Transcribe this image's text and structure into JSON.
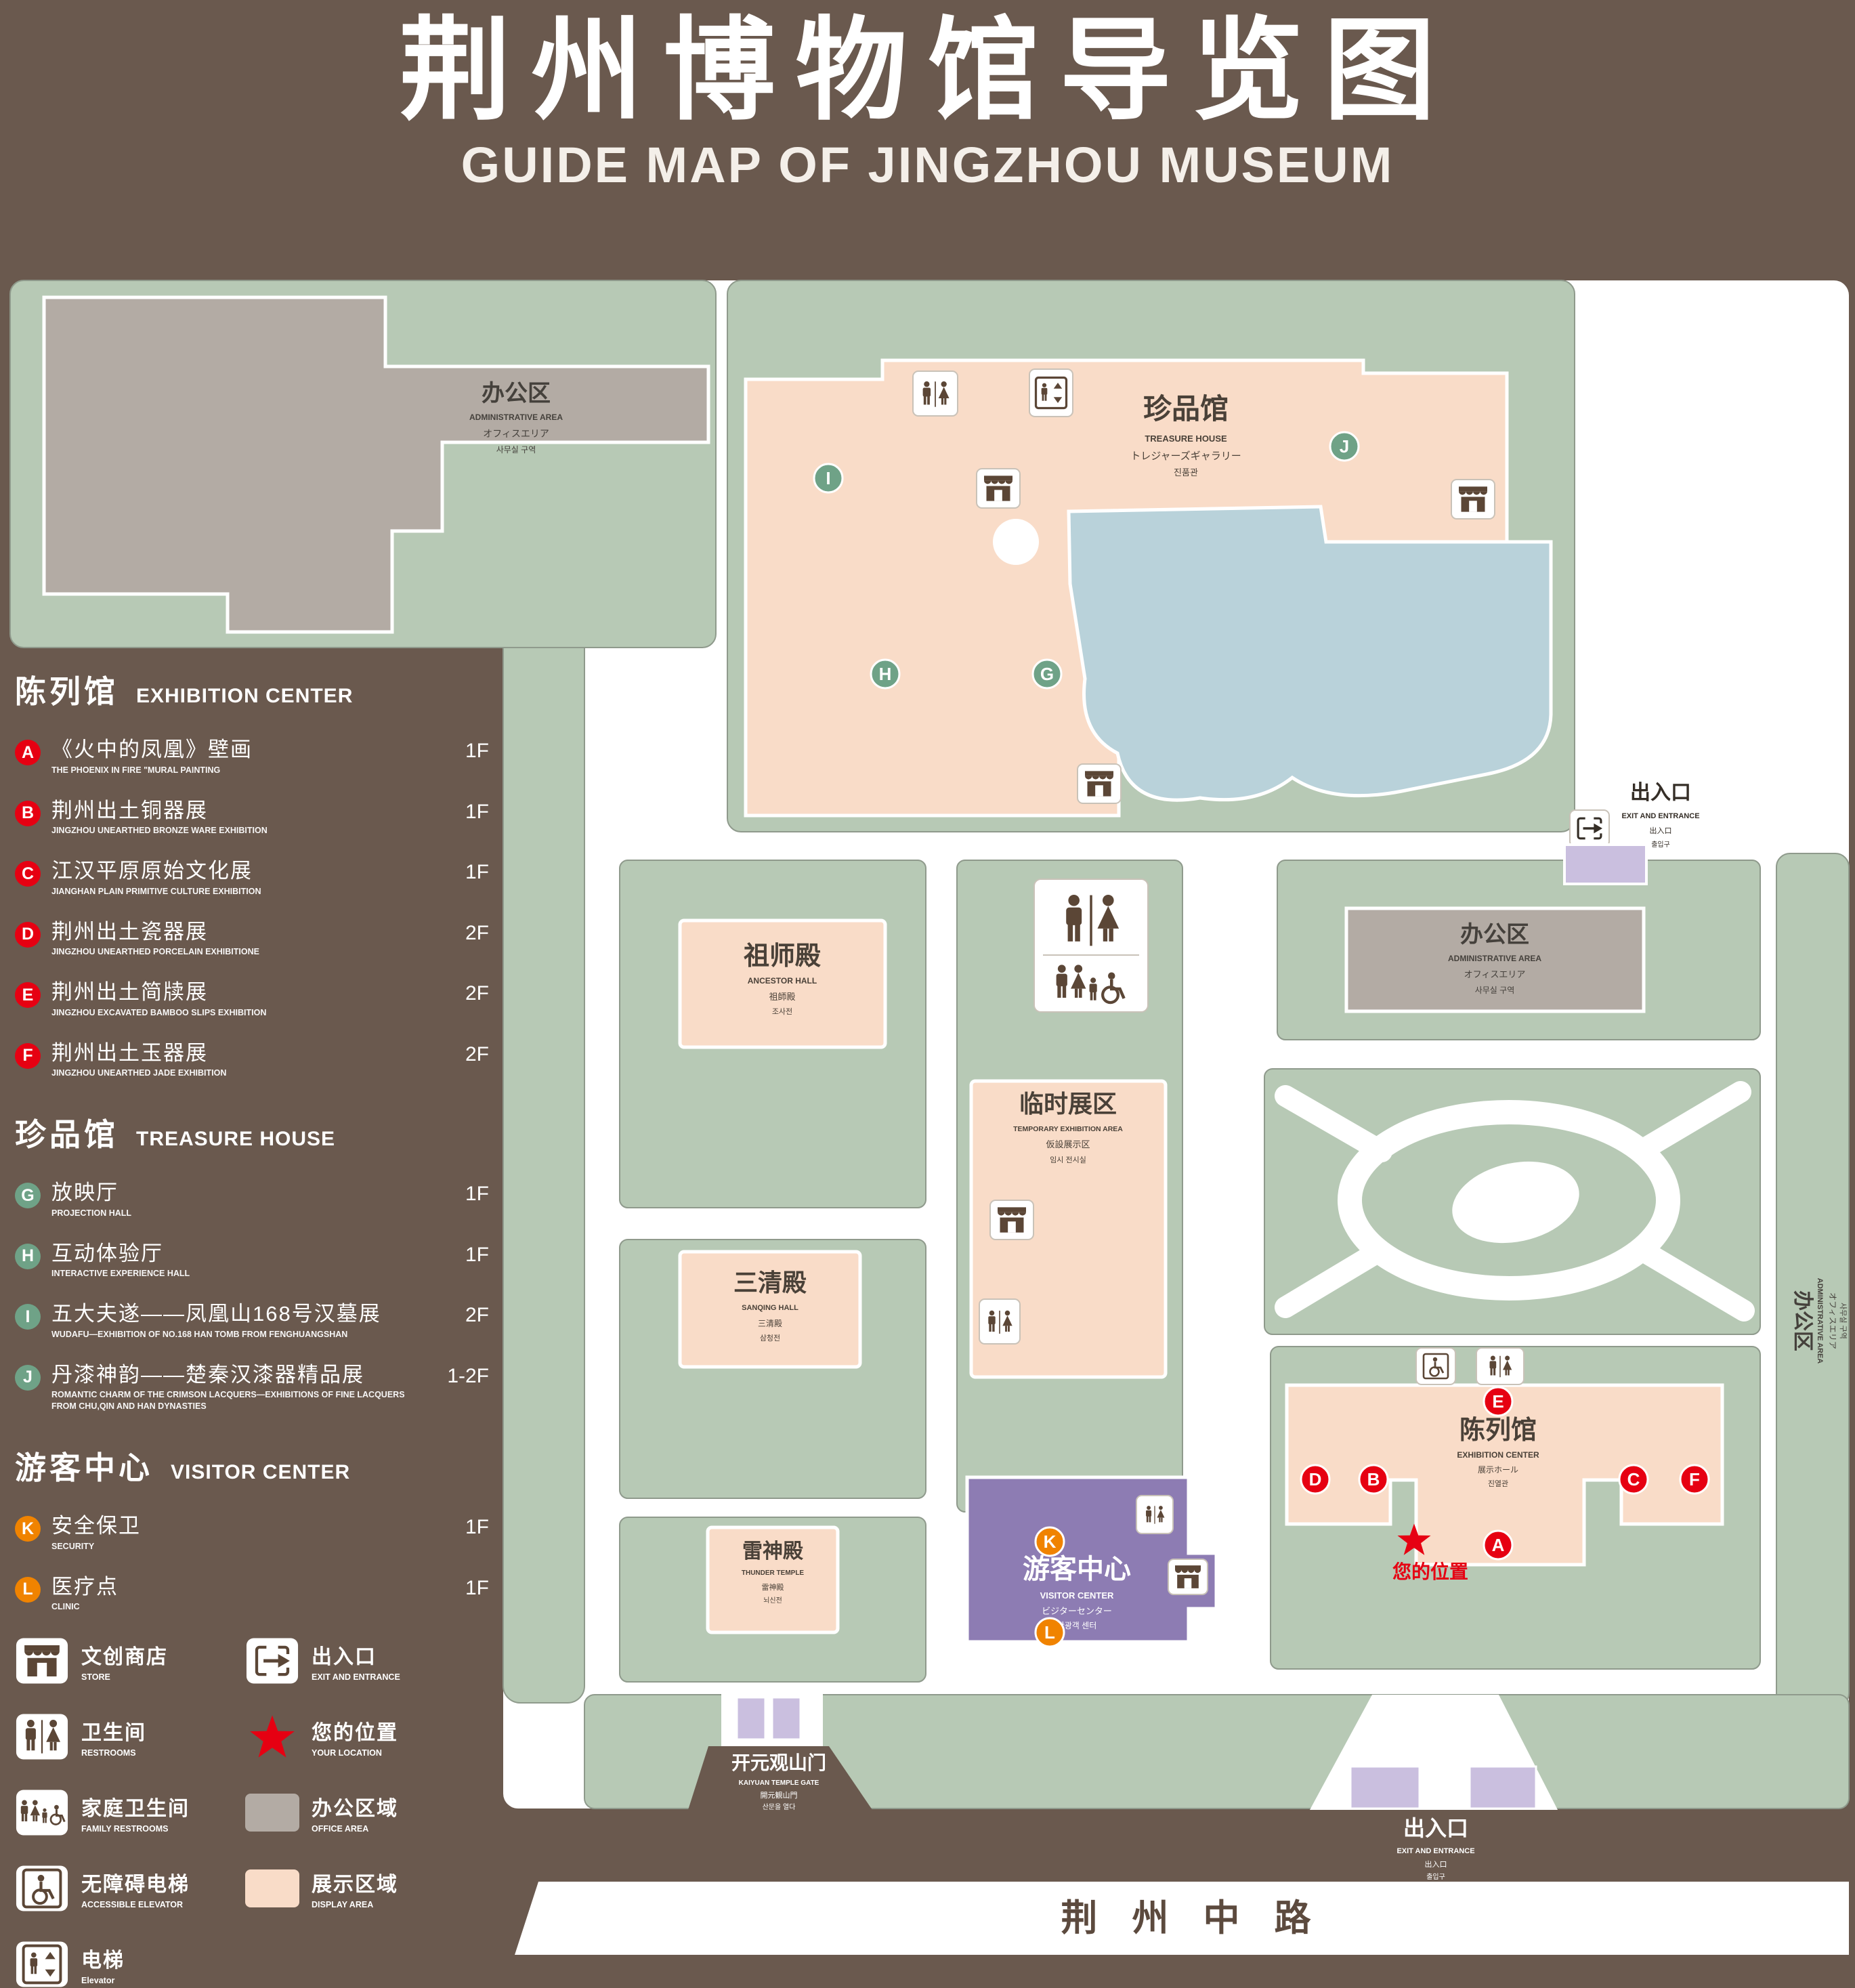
{
  "header": {
    "title_cn": "荆州博物馆导览图",
    "title_en": "GUIDE MAP OF JINGZHOU MUSEUM"
  },
  "sidebar": {
    "sections": [
      {
        "title_cn": "陈列馆",
        "title_en": "EXHIBITION CENTER",
        "items": [
          {
            "letter": "A",
            "cn": "《火中的凤凰》壁画",
            "en": "THE PHOENIX IN FIRE \"MURAL PAINTING",
            "floor": "1F"
          },
          {
            "letter": "B",
            "cn": "荆州出土铜器展",
            "en": "JINGZHOU UNEARTHED BRONZE WARE EXHIBITION",
            "floor": "1F"
          },
          {
            "letter": "C",
            "cn": "江汉平原原始文化展",
            "en": "JIANGHAN PLAIN PRIMITIVE CULTURE EXHIBITION",
            "floor": "1F"
          },
          {
            "letter": "D",
            "cn": "荆州出土瓷器展",
            "en": "JINGZHOU UNEARTHED PORCELAIN EXHIBITIONE",
            "floor": "2F"
          },
          {
            "letter": "E",
            "cn": "荆州出土简牍展",
            "en": "JINGZHOU EXCAVATED BAMBOO SLIPS EXHIBITION",
            "floor": "2F"
          },
          {
            "letter": "F",
            "cn": "荆州出土玉器展",
            "en": "JINGZHOU UNEARTHED JADE EXHIBITION",
            "floor": "2F"
          }
        ]
      },
      {
        "title_cn": "珍品馆",
        "title_en": "TREASURE HOUSE",
        "items": [
          {
            "letter": "G",
            "cn": "放映厅",
            "en": "PROJECTION HALL",
            "floor": "1F"
          },
          {
            "letter": "H",
            "cn": "互动体验厅",
            "en": "INTERACTIVE EXPERIENCE HALL",
            "floor": "1F"
          },
          {
            "letter": "I",
            "cn": "五大夫遂——凤凰山168号汉墓展",
            "en": "WUDAFU—EXHIBITION OF NO.168 HAN TOMB FROM FENGHUANGSHAN",
            "floor": "2F"
          },
          {
            "letter": "J",
            "cn": "丹漆神韵——楚秦汉漆器精品展",
            "en": "ROMANTIC CHARM OF THE CRIMSON LACQUERS—EXHIBITIONS OF FINE LACQUERS FROM CHU,QIN AND HAN DYNASTIES",
            "floor": "1-2F"
          }
        ]
      },
      {
        "title_cn": "游客中心",
        "title_en": "VISITOR CENTER",
        "items": [
          {
            "letter": "K",
            "cn": "安全保卫",
            "en": "SECURITY",
            "floor": "1F"
          },
          {
            "letter": "L",
            "cn": "医疗点",
            "en": "CLINIC",
            "floor": "1F"
          }
        ]
      }
    ]
  },
  "legend": {
    "store": {
      "cn": "文创商店",
      "en": "STORE"
    },
    "exit": {
      "cn": "出入口",
      "en": "EXIT AND ENTRANCE"
    },
    "restrooms": {
      "cn": "卫生间",
      "en": "RESTROOMS"
    },
    "location": {
      "cn": "您的位置",
      "en": "YOUR LOCATION"
    },
    "family_restrooms": {
      "cn": "家庭卫生间",
      "en": "FAMILY RESTROOMS"
    },
    "office_area": {
      "cn": "办公区域",
      "en": "OFFICE AREA"
    },
    "accessible_elevator": {
      "cn": "无障碍电梯",
      "en": "ACCESSIBLE ELEVATOR"
    },
    "display_area": {
      "cn": "展示区域",
      "en": "DISPLAY AREA"
    },
    "elevator": {
      "cn": "电梯",
      "en": "Elevator"
    }
  },
  "map": {
    "labels": {
      "admin_nw": {
        "cn": "办公区",
        "en": "ADMINISTRATIVE AREA",
        "ja": "オフィスエリア",
        "ko": "사무실 구역"
      },
      "treasure_house": {
        "cn": "珍品馆",
        "en": "TREASURE HOUSE",
        "ja": "トレジャーズギャラリー",
        "ko": "진품관"
      },
      "exit_ne": {
        "cn": "出入口",
        "en": "EXIT AND ENTRANCE",
        "ja": "出入口",
        "ko": "출입구"
      },
      "admin_mid": {
        "cn": "办公区",
        "en": "ADMINISTRATIVE AREA",
        "ja": "オフィスエリア",
        "ko": "사무실 구역"
      },
      "ancestor_hall": {
        "cn": "祖师殿",
        "en": "ANCESTOR HALL",
        "ja": "祖師殿",
        "ko": "조사전"
      },
      "temporary_area": {
        "cn": "临时展区",
        "en": "TEMPORARY EXHIBITION AREA",
        "ja": "仮設展示区",
        "ko": "임시 전시실"
      },
      "sanqing_hall": {
        "cn": "三清殿",
        "en": "SANQING HALL",
        "ja": "三清殿",
        "ko": "삼청전"
      },
      "exhibition_center": {
        "cn": "陈列馆",
        "en": "EXHIBITION CENTER",
        "ja": "展示ホール",
        "ko": "진열관"
      },
      "visitor_center": {
        "cn": "游客中心",
        "en": "VISITOR CENTER",
        "ja": "ビジターセンター",
        "ko": "관광객 센터"
      },
      "thunder_temple": {
        "cn": "雷神殿",
        "en": "THUNDER TEMPLE",
        "ja": "雷神殿",
        "ko": "뇌신전"
      },
      "kaiyuan_gate": {
        "cn": "开元观山门",
        "en": "KAIYUAN TEMPLE GATE",
        "ja": "開元観山門",
        "ko": "산문을 열다"
      },
      "exit_s": {
        "cn": "出入口",
        "en": "EXIT AND ENTRANCE",
        "ja": "出入口",
        "ko": "출입구"
      },
      "admin_e": {
        "cn": "办公区",
        "en": "ADMINISTRATIVE AREA",
        "ja": "オフィスエリア",
        "ko": "사무실 구역"
      },
      "your_location": "您的位置",
      "road": "荆 州 中 路"
    },
    "markers": {
      "A": "A",
      "B": "B",
      "C": "C",
      "D": "D",
      "E": "E",
      "F": "F",
      "G": "G",
      "H": "H",
      "I": "I",
      "J": "J",
      "K": "K",
      "L": "L"
    }
  },
  "colors": {
    "background": "#6a594e",
    "ground_green": "#b7c9b5",
    "display_pink": "#f9dcc8",
    "office_gray": "#b3aba4",
    "lake_blue": "#b9d2da",
    "visitor_purple": "#8d7cb3",
    "entrance_lilac": "#cabfdf",
    "marker_red": "#e60012",
    "marker_green": "#6fa287",
    "marker_orange": "#f08300",
    "icon_brown": "#5b4636"
  }
}
